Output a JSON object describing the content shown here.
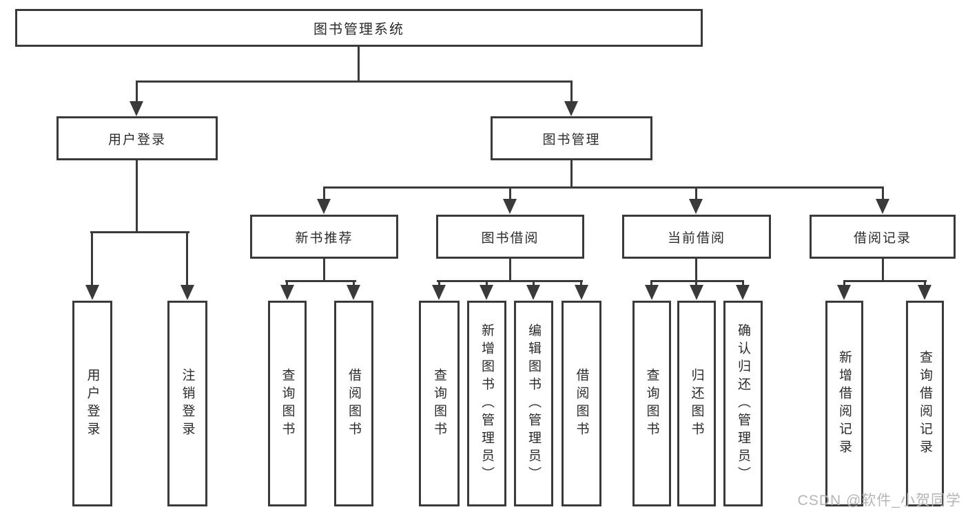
{
  "title": {
    "label": "图书管理系统"
  },
  "level2": {
    "user_login": {
      "label": "用户登录"
    },
    "book_management": {
      "label": "图书管理"
    }
  },
  "user_login_children": [
    {
      "label": "用户登录"
    },
    {
      "label": "注销登录"
    }
  ],
  "book_management_sections": [
    {
      "label": "新书推荐",
      "children": [
        {
          "label": "查询图书"
        },
        {
          "label": "借阅图书"
        }
      ]
    },
    {
      "label": "图书借阅",
      "children": [
        {
          "label": "查询图书"
        },
        {
          "label": "新增图书（管理员）"
        },
        {
          "label": "编辑图书（管理员）"
        },
        {
          "label": "借阅图书"
        }
      ]
    },
    {
      "label": "当前借阅",
      "children": [
        {
          "label": "查询图书"
        },
        {
          "label": "归还图书"
        },
        {
          "label": "确认归还（管理员）"
        }
      ]
    },
    {
      "label": "借阅记录",
      "children": [
        {
          "label": "新增借阅记录"
        },
        {
          "label": "查询借阅记录"
        }
      ]
    }
  ],
  "watermark": {
    "text": "CSDN @软件_小贺同学"
  },
  "colors": {
    "line": "#3a3a3a",
    "text": "#2b2b2b",
    "watermark": "#b5b5b5",
    "background": "#ffffff"
  }
}
